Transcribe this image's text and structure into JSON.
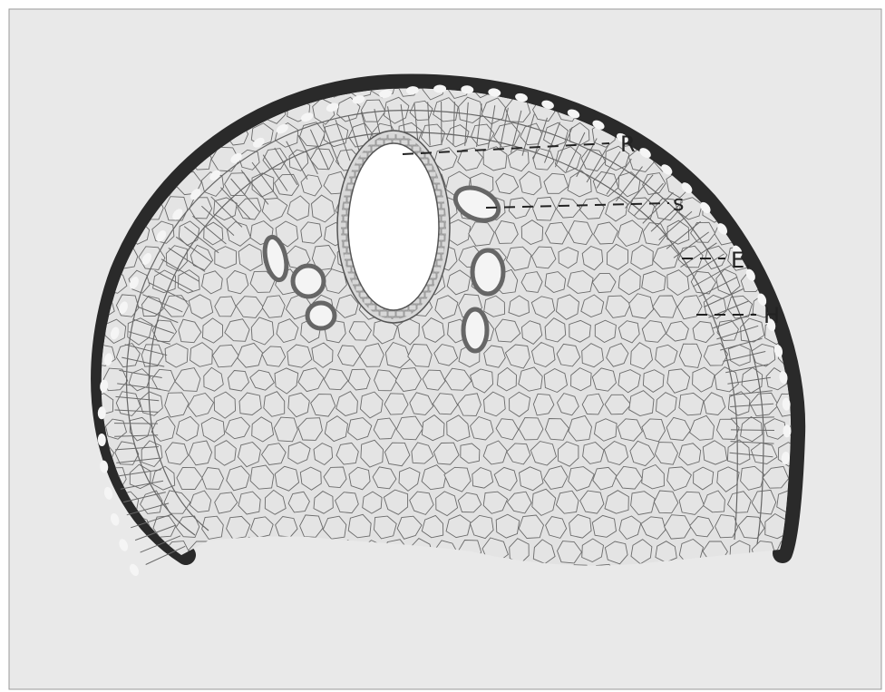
{
  "figure": {
    "labels": [
      {
        "id": "R",
        "text": "R"
      },
      {
        "id": "s",
        "text": "s"
      },
      {
        "id": "E",
        "text": "E."
      },
      {
        "id": "H",
        "text": "H"
      }
    ]
  },
  "colors": {
    "paper": "#e9e9e9",
    "cell_fill": "#e2e2e2",
    "cell_line": "#666666",
    "cuticle": "#2a2a2a",
    "ink": "#222222"
  }
}
